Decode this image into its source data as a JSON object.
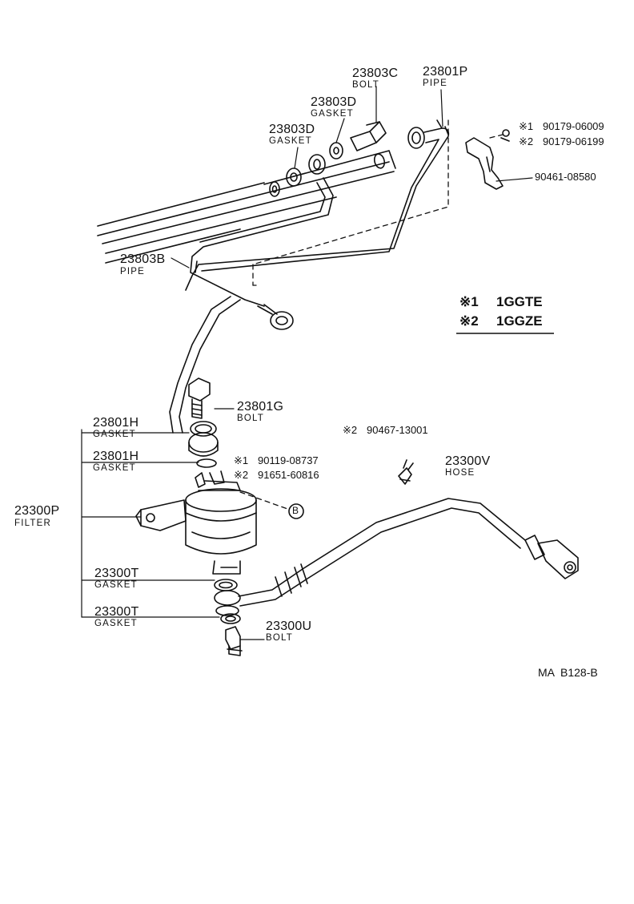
{
  "diagram": {
    "code": "MA  B128-B",
    "legend": [
      {
        "mark": "※1",
        "engine": "1GGTE"
      },
      {
        "mark": "※2",
        "engine": "1GGZE"
      }
    ],
    "callouts": {
      "c23803C": {
        "part": "23803C",
        "name": "BOLT"
      },
      "c23801P": {
        "part": "23801P",
        "name": "PIPE"
      },
      "c23803D_upper": {
        "part": "23803D",
        "name": "GASKET"
      },
      "c23803D_lower": {
        "part": "23803D",
        "name": "GASKET"
      },
      "c23803B": {
        "part": "23803B",
        "name": "PIPE"
      },
      "c90179_1": {
        "mark": "※1",
        "part": "90179-06009"
      },
      "c90179_2": {
        "mark": "※2",
        "part": "90179-06199"
      },
      "c90461": {
        "part": "90461-08580"
      },
      "c23801G": {
        "part": "23801G",
        "name": "BOLT"
      },
      "c23801H_upper": {
        "part": "23801H",
        "name": "GASKET"
      },
      "c23801H_lower": {
        "part": "23801H",
        "name": "GASKET"
      },
      "c90119": {
        "mark": "※1",
        "part": "90119-08737"
      },
      "c91651": {
        "mark": "※2",
        "part": "91651-60816"
      },
      "c90467": {
        "mark": "※2",
        "part": "90467-13001"
      },
      "c23300V": {
        "part": "23300V",
        "name": "HOSE"
      },
      "c23300P": {
        "part": "23300P",
        "name": "FILTER"
      },
      "c23300T_upper": {
        "part": "23300T",
        "name": "GASKET"
      },
      "c23300T_lower": {
        "part": "23300T",
        "name": "GASKET"
      },
      "c23300U": {
        "part": "23300U",
        "name": "BOLT"
      },
      "ref_B": {
        "letter": "B"
      }
    }
  }
}
